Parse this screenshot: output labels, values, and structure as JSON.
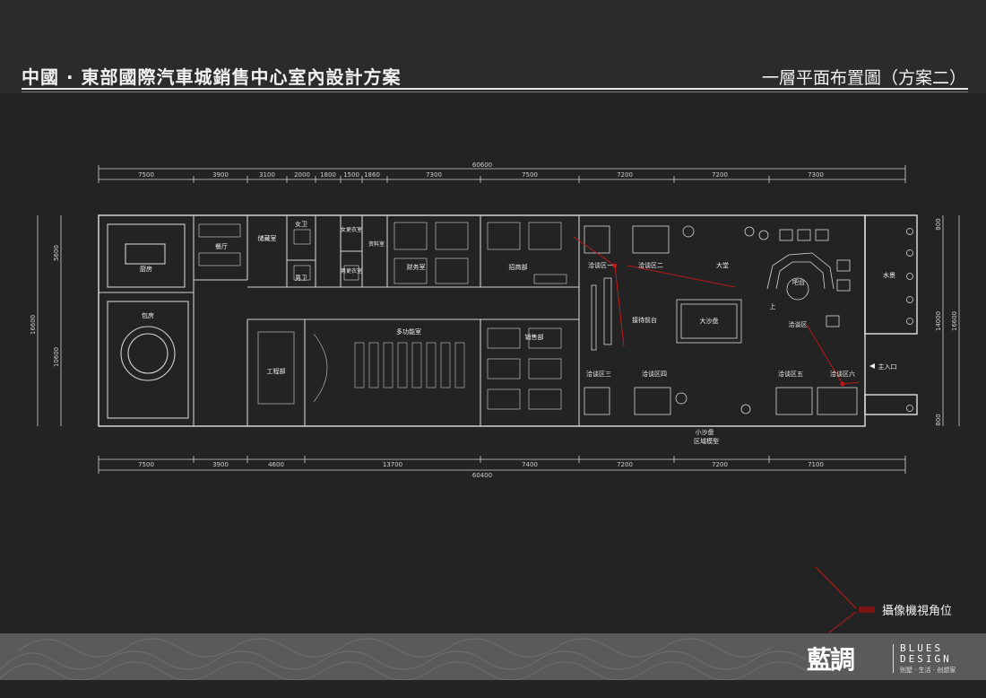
{
  "header": {
    "title": "中國 · 東部國際汽車城銷售中心室內設計方案",
    "subtitle": "一層平面布置圖（方案二）"
  },
  "dimensions": {
    "top_total": "60600",
    "top_segments": [
      "7500",
      "3900",
      "3100",
      "2000",
      "1800",
      "1500",
      "1860",
      "7300",
      "7500",
      "7200",
      "7200",
      "7300"
    ],
    "bottom_total": "60400",
    "bottom_segments": [
      "7500",
      "3900",
      "4600",
      "13700",
      "7400",
      "7200",
      "7200",
      "7100"
    ],
    "left_total": "16600",
    "left_segments": [
      "5600",
      "10600"
    ],
    "right_total": "16600",
    "right_segments": [
      "800",
      "14000",
      "800"
    ]
  },
  "rooms": {
    "kitchen": "厨房",
    "dining": "餐厅",
    "storage": "储藏室",
    "female_wc": "女卫",
    "male_wc": "男卫",
    "female_locker": "女更衣室",
    "male_locker": "男更衣室",
    "archive": "资料室",
    "finance": "财务室",
    "investment": "招商部",
    "private_room": "包房",
    "engineering": "工程部",
    "multifunction": "多功能室",
    "sales": "销售部",
    "nego1": "洽谈区一",
    "nego2": "洽谈区二",
    "nego3": "洽谈区三",
    "nego4": "洽谈区四",
    "nego5": "洽谈区五",
    "nego6": "洽谈区六",
    "nego_bar": "洽谈区",
    "hall": "大堂",
    "reception": "接待前台",
    "sand_table": "大沙盘",
    "bar": "吧台",
    "up": "上",
    "water": "水景",
    "entrance": "主入口",
    "small_sand_1": "小沙盘",
    "small_sand_2": "区域模型"
  },
  "legend": {
    "camera": "攝像機視角位"
  },
  "brand": {
    "cn": "藍調",
    "en1": "BLUES",
    "en2": "DESIGN",
    "tag": "别墅 · 生活 · 创想家"
  },
  "colors": {
    "background": "#232323",
    "line": "#d8d8d8",
    "camera": "#c01818"
  }
}
